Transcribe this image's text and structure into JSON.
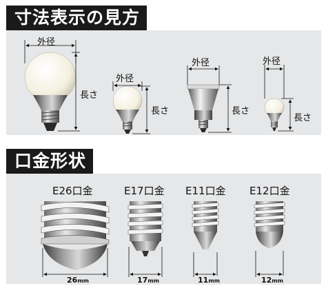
{
  "sections": {
    "dimensions": {
      "title": "寸法表示の見方",
      "bulbs": [
        {
          "width_label": "外径",
          "length_label": "長さ"
        },
        {
          "width_label": "外径",
          "length_label": "長さ"
        },
        {
          "width_label": "外径",
          "length_label": "長さ"
        },
        {
          "width_label": "外径",
          "length_label": "長さ"
        }
      ]
    },
    "bases": {
      "title": "口金形状",
      "items": [
        {
          "name": "E26口金",
          "size": "26",
          "unit": "mm"
        },
        {
          "name": "E17口金",
          "size": "17",
          "unit": "mm"
        },
        {
          "name": "E11口金",
          "size": "11",
          "unit": "mm"
        },
        {
          "name": "E12口金",
          "size": "12",
          "unit": "mm"
        }
      ]
    }
  },
  "colors": {
    "title_bg": "#1a1a1a",
    "title_text": "#ffffff",
    "panel_bg": "#e6e7e8"
  }
}
